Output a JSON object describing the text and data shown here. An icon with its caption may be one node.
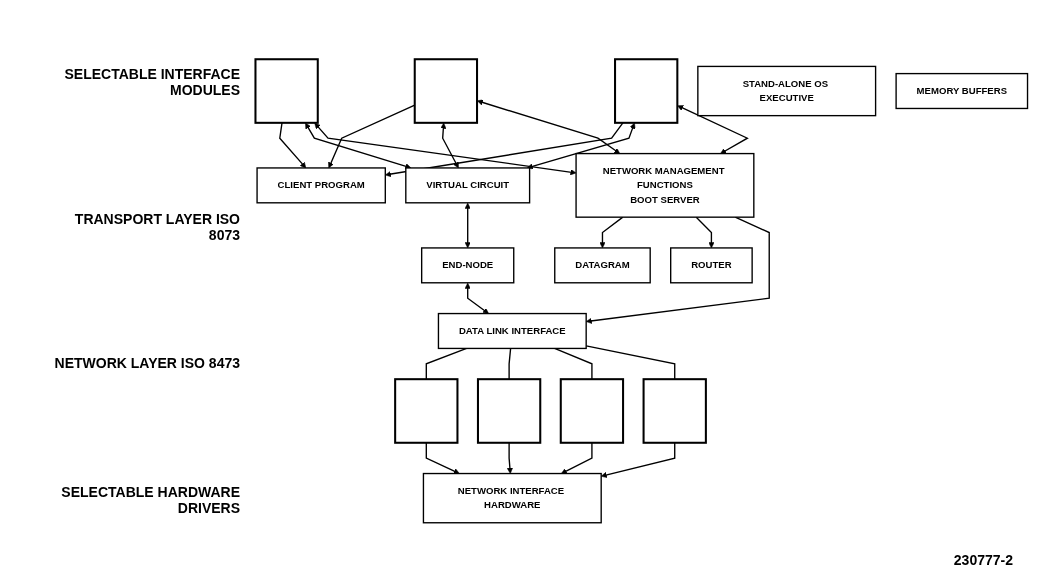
{
  "diagram": {
    "nodes": [
      {
        "text": [
          "CLIENT PROGRAM"
        ]
      },
      {
        "text": [],
        "shape": "box"
      },
      {
        "text": [],
        "shape": "box"
      },
      {
        "text": [],
        "shape": "box"
      },
      {
        "text": [
          "STAND-ALONE OS EXECUTIVE"
        ]
      },
      {
        "text": [
          "VIRTUAL CIRCUIT"
        ]
      },
      {
        "text": [
          "DATAGRAM"
        ]
      },
      {
        "text": [
          "NETWORK MANAGEMENT FUNCTIONS",
          "BOOT SERVER"
        ]
      },
      {
        "text": [
          "END-NODE"
        ]
      },
      {
        "text": [
          "ROUTER"
        ]
      },
      {
        "text": [
          "DATA LINK INTERFACE"
        ]
      },
      {
        "text": [
          "MEMORY BUFFERS"
        ]
      },
      {
        "text": [],
        "shape": "box"
      },
      {
        "text": [],
        "shape": "box"
      },
      {
        "text": [],
        "shape": "box"
      },
      {
        "text": [],
        "shape": "box"
      },
      {
        "text": [
          "NETWORK INTERFACE HARDWARE"
        ]
      }
    ],
    "edges": [
      {
        "from": 1,
        "to": 0,
        "arrow": "to"
      },
      {
        "from": 2,
        "to": 0,
        "arrow": "to"
      },
      {
        "from": 3,
        "to": 0,
        "arrow": "to"
      },
      {
        "from": 1,
        "to": 5,
        "arrow": "both"
      },
      {
        "from": 2,
        "to": 5,
        "arrow": "both"
      },
      {
        "from": 3,
        "to": 5,
        "arrow": "both"
      },
      {
        "from": 7,
        "to": 1,
        "arrow": "both"
      },
      {
        "from": 7,
        "to": 2,
        "arrow": "both"
      },
      {
        "from": 7,
        "to": 3,
        "arrow": "both"
      },
      {
        "from": 7,
        "to": 6,
        "arrow": "to"
      },
      {
        "from": 5,
        "to": 8,
        "arrow": "both"
      },
      {
        "from": 7,
        "to": 9,
        "arrow": "to"
      },
      {
        "from": 8,
        "to": 10,
        "arrow": "both"
      },
      {
        "from": 7,
        "to": 10,
        "arrow": "to"
      },
      {
        "from": 10,
        "to": 12,
        "arrow": "none"
      },
      {
        "from": 10,
        "to": 13,
        "arrow": "none"
      },
      {
        "from": 10,
        "to": 14,
        "arrow": "none"
      },
      {
        "from": 10,
        "to": 15,
        "arrow": "none"
      },
      {
        "from": 12,
        "to": 16,
        "arrow": "to"
      },
      {
        "from": 13,
        "to": 16,
        "arrow": "to"
      },
      {
        "from": 14,
        "to": 16,
        "arrow": "to"
      },
      {
        "from": 15,
        "to": 16,
        "arrow": "to"
      }
    ],
    "labels": [
      "SELECTABLE INTERFACE MODULES",
      "TRANSPORT LAYER ISO 8073",
      "NETWORK LAYER ISO 8473",
      "SELECTABLE HARDWARE DRIVERS",
      "230777-2"
    ]
  }
}
